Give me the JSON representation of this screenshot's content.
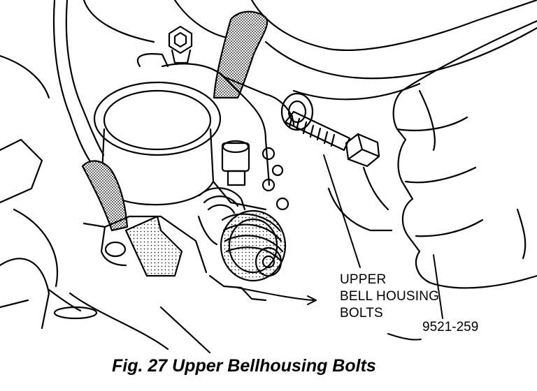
{
  "diagram": {
    "callout_lines": [
      "UPPER",
      "BELL HOUSING",
      "BOLTS"
    ],
    "figure_number": "9521-259",
    "caption": "Fig. 27 Upper Bellhousing Bolts"
  }
}
